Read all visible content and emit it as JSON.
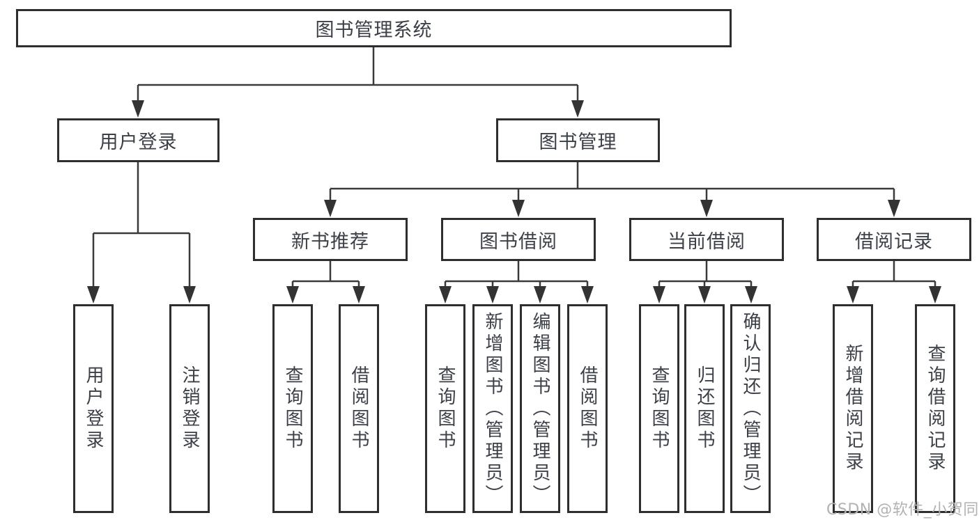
{
  "diagram": {
    "root": {
      "label": "图书管理系统"
    },
    "level2": [
      {
        "label": "用户登录"
      },
      {
        "label": "图书管理"
      }
    ],
    "level3": [
      {
        "label": "新书推荐"
      },
      {
        "label": "图书借阅"
      },
      {
        "label": "当前借阅"
      },
      {
        "label": "借阅记录"
      }
    ],
    "leaves": [
      {
        "label": "用户登录",
        "parent": "用户登录"
      },
      {
        "label": "注销登录",
        "parent": "用户登录"
      },
      {
        "label": "查询图书",
        "parent": "新书推荐"
      },
      {
        "label": "借阅图书",
        "parent": "新书推荐"
      },
      {
        "label": "查询图书",
        "parent": "图书借阅"
      },
      {
        "label": "新增图书（管理员）",
        "parent": "图书借阅"
      },
      {
        "label": "编辑图书（管理员）",
        "parent": "图书借阅"
      },
      {
        "label": "借阅图书",
        "parent": "图书借阅"
      },
      {
        "label": "查询图书",
        "parent": "当前借阅"
      },
      {
        "label": "归还图书",
        "parent": "当前借阅"
      },
      {
        "label": "确认归还（管理员）",
        "parent": "当前借阅"
      },
      {
        "label": "新增借阅记录",
        "parent": "借阅记录"
      },
      {
        "label": "查询借阅记录",
        "parent": "借阅记录"
      }
    ],
    "colors": {
      "line": "#3a3a3a",
      "border": "#2e2e2e",
      "text": "#3b3f46",
      "watermark": "#b2b2b2",
      "background": "#ffffff"
    }
  },
  "watermark": {
    "text": "CSDN @软件_小贺同学"
  }
}
